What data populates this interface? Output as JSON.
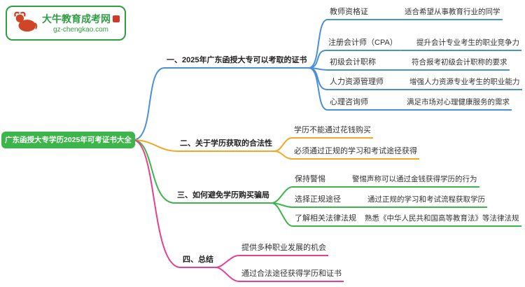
{
  "logo": {
    "title": "大牛教育成考网",
    "url": "gz-chengkao.com"
  },
  "root": {
    "label": "广东函授大专学历2025年可考证书大全"
  },
  "colors": {
    "brand_green": "#2f9e44",
    "root_bg": "#3cb54a",
    "branch_blue": "#4a90d9",
    "branch_orange": "#f5a623",
    "branch_green": "#3cb54a",
    "branch_pink": "#e83e8c",
    "bull_red": "#cf4528"
  },
  "branches": [
    {
      "label": "一、2025年广东函授大专可以考取的证书",
      "color": "#4a90d9",
      "children": [
        {
          "label": "教师资格证",
          "detail": "适合希望从事教育行业的同学"
        },
        {
          "label": "注册会计师（CPA）",
          "detail": "提升会计专业考生的职业竞争力"
        },
        {
          "label": "初级会计职称",
          "detail": "符合报考初级会计职称的要求"
        },
        {
          "label": "人力资源管理师",
          "detail": "增强人力资源专业考生的职业能力"
        },
        {
          "label": "心理咨询师",
          "detail": "满足市场对心理健康服务的需求"
        }
      ]
    },
    {
      "label": "二、关于学历获取的合法性",
      "color": "#f5a623",
      "children": [
        {
          "label": "学历不能通过花钱购买"
        },
        {
          "label": "必须通过正规的学习和考试途径获得"
        }
      ]
    },
    {
      "label": "三、如何避免学历购买骗局",
      "color": "#3cb54a",
      "children": [
        {
          "label": "保持警惕",
          "detail": "警惕声称可以通过金钱获得学历的行为"
        },
        {
          "label": "选择正规途径",
          "detail": "通过正规的学习和考试流程获取学历"
        },
        {
          "label": "了解相关法律法规",
          "detail": "熟悉《中华人民共和国高等教育法》等法律法规"
        }
      ]
    },
    {
      "label": "四、总结",
      "color": "#e83e8c",
      "children": [
        {
          "label": "提供多种职业发展的机会"
        },
        {
          "label": "通过合法途径获得学历和证书"
        }
      ]
    }
  ]
}
